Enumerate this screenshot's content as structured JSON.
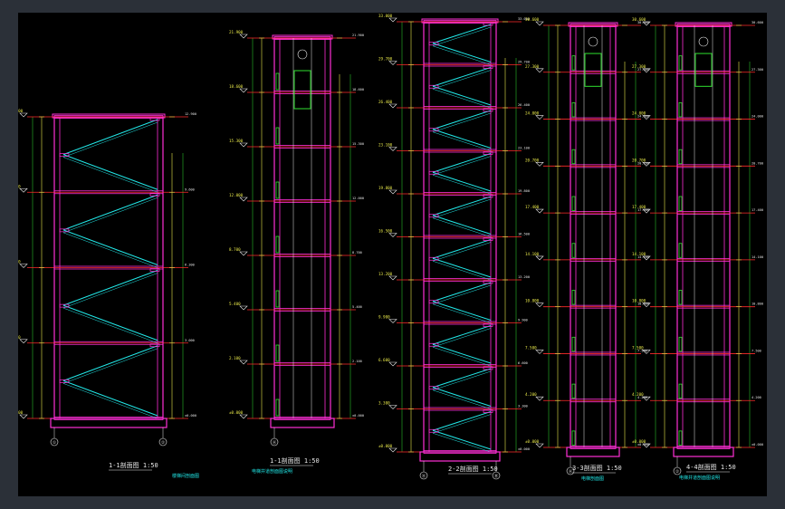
{
  "drawing": {
    "sections": [
      {
        "id": "s1",
        "title": "1-1剖面图",
        "scale": "1:50",
        "note": "楼梯间剖面图",
        "levels": [
          "12.900",
          "9.600",
          "6.300",
          "3.000",
          "±0.000"
        ],
        "axes": [
          "①",
          "②"
        ]
      },
      {
        "id": "s2",
        "title": "1-1剖面图",
        "scale": "1:50",
        "note": "电梯井道剖面图说明",
        "levels": [
          "21.900",
          "18.600",
          "15.300",
          "12.000",
          "8.700",
          "5.400",
          "2.100",
          "±0.000"
        ],
        "axes": [
          "Ⓐ"
        ]
      },
      {
        "id": "s3",
        "title": "2-2剖面图",
        "scale": "1:50",
        "note": "",
        "levels": [
          "33.000",
          "29.700",
          "26.400",
          "23.100",
          "19.800",
          "16.500",
          "13.200",
          "9.900",
          "6.600",
          "3.300",
          "±0.000"
        ],
        "axes": [
          "Ⓐ",
          "Ⓑ"
        ]
      },
      {
        "id": "s4",
        "title": "3-3剖面图",
        "scale": "1:50",
        "note": "电梯剖面图",
        "levels": [
          "30.600",
          "27.300",
          "24.000",
          "20.700",
          "17.400",
          "14.100",
          "10.800",
          "7.500",
          "4.200",
          "±0.000"
        ],
        "axes": [
          "Ⓐ"
        ]
      },
      {
        "id": "s5",
        "title": "4-4剖面图",
        "scale": "1:50",
        "note": "电梯井道剖面图说明",
        "levels": [
          "30.600",
          "27.300",
          "24.000",
          "20.700",
          "17.400",
          "14.100",
          "10.800",
          "7.500",
          "4.200",
          "±0.000"
        ],
        "axes": [
          "②"
        ]
      }
    ],
    "colors": {
      "frame": "#2b3038",
      "background": "#000000",
      "wall": "#ff2fd6",
      "level": "#ff2b2b",
      "stair": "#21e6e6",
      "dim": "#e8e84a",
      "green": "#2fe02f",
      "white": "#e8e8e8"
    }
  }
}
